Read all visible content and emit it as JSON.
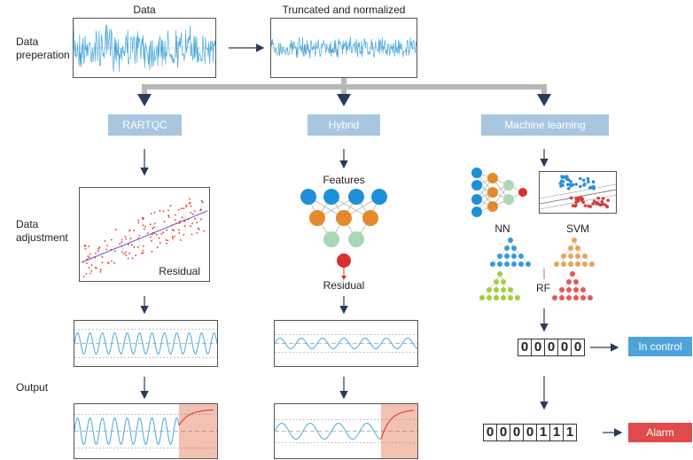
{
  "stages": {
    "prep": "Data\npreperation",
    "adjust": "Data\nadjustment",
    "output": "Output"
  },
  "top": {
    "raw_caption": "Data",
    "norm_caption": "Truncated and normalized"
  },
  "methods": {
    "rartqc": "RARTQC",
    "hybrid": "Hybrid",
    "ml": "Machine learning"
  },
  "rartqc": {
    "residual_label": "Residual"
  },
  "hybrid": {
    "features_label": "Features",
    "residual_label": "Residual"
  },
  "ml": {
    "nn_label": "NN",
    "svm_label": "SVM",
    "rf_label": "RF"
  },
  "results": {
    "in_control": {
      "digits": [
        "0",
        "0",
        "0",
        "0",
        "0"
      ],
      "label": "In control",
      "color": "#4ea3d8"
    },
    "alarm": {
      "digits": [
        "0",
        "0",
        "0",
        "0",
        "1",
        "1",
        "1"
      ],
      "label": "Alarm",
      "color": "#e04a4a"
    }
  },
  "colors": {
    "signal": "#4aa8d8",
    "scatter": "#e03030",
    "fit": "#6a5acd",
    "alarm_region": "#f3c1b2",
    "arrow": "#2a3a5a"
  }
}
